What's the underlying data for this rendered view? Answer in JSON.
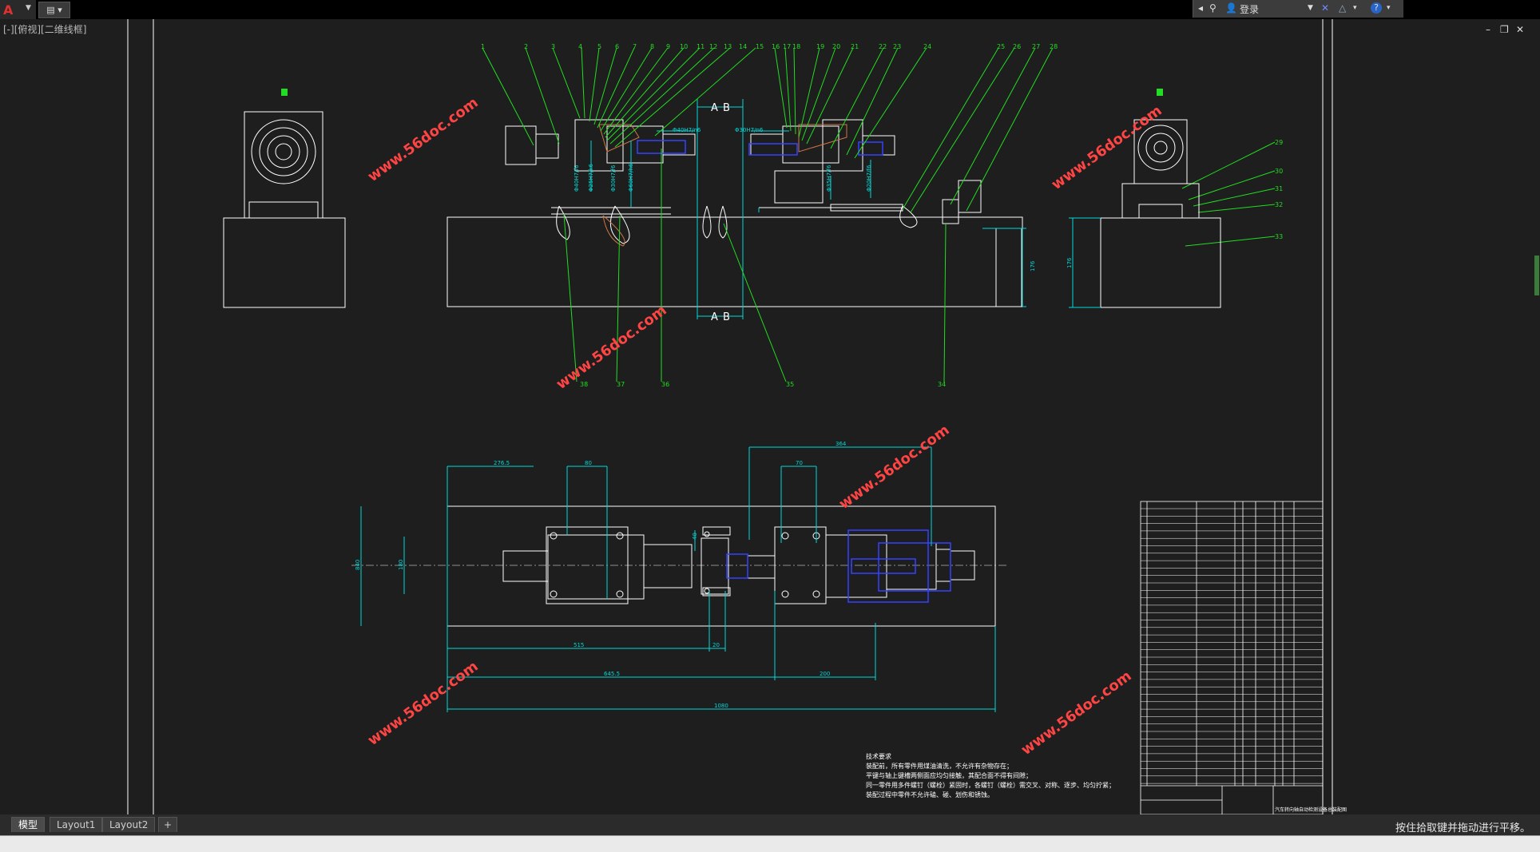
{
  "app": {
    "logo_glyph": "A",
    "quick_access_icon": "document-icon"
  },
  "infocenter": {
    "user_label": "登录",
    "help_icon": "?"
  },
  "viewport": {
    "label": "[-][俯视][二维线框]"
  },
  "window_controls": {
    "minimize": "–",
    "restore": "❐",
    "close": "✕"
  },
  "drawing": {
    "part_labels_top": [
      "1",
      "2",
      "3",
      "4",
      "5",
      "6",
      "7",
      "8",
      "9",
      "10",
      "11",
      "12",
      "13",
      "14",
      "15",
      "16",
      "17",
      "18",
      "19",
      "20",
      "21",
      "22",
      "23",
      "24",
      "25",
      "26",
      "27",
      "28"
    ],
    "part_labels_right": [
      "29",
      "30",
      "31",
      "32",
      "33"
    ],
    "part_labels_bottom": [
      "38",
      "37",
      "36",
      "35",
      "34"
    ],
    "section_marks": [
      "A",
      "B"
    ],
    "dims_plan": [
      "276.5",
      "80",
      "364",
      "70",
      "840",
      "180",
      "515",
      "20",
      "645.5",
      "200",
      "1080",
      "40"
    ],
    "dim_vertical_front": [
      "176"
    ],
    "dim_vertical_right": [
      "176"
    ],
    "fit_labels": [
      "Φ40H7/n6",
      "Φ30H7/n6",
      "Φ40H7/f6",
      "Φ25H7/k6",
      "Φ30H7/f6",
      "Φ60H7/h6",
      "Φ35H7/f6",
      "Φ20H7/f6"
    ],
    "watermark": "www.56doc.com",
    "tech_notes_title": "技术要求",
    "tech_notes": [
      "装配前，所有零件用煤油清洗，不允许有杂物存在；",
      "平键与轴上键槽两侧面应均匀接触，其配合面不得有间隙；",
      "同一零件用多件螺钉（螺栓）紧固时，各螺钉（螺栓）需交叉、对称、逐步、均匀拧紧；",
      "装配过程中零件不允许磕、碰、划伤和锈蚀。"
    ],
    "title_block_label": "汽车转向轴自动检测设备总装配图"
  },
  "layout_tabs": [
    "模型",
    "Layout1",
    "Layout2",
    "+"
  ],
  "status": {
    "message": "按住拾取键并拖动进行平移。"
  },
  "colors": {
    "leader": "#22dd22",
    "dimension": "#00d8d8",
    "outline": "#ffffff",
    "hidden": "#3344ff",
    "watermark": "#ff4444",
    "section": "#cc7744"
  }
}
